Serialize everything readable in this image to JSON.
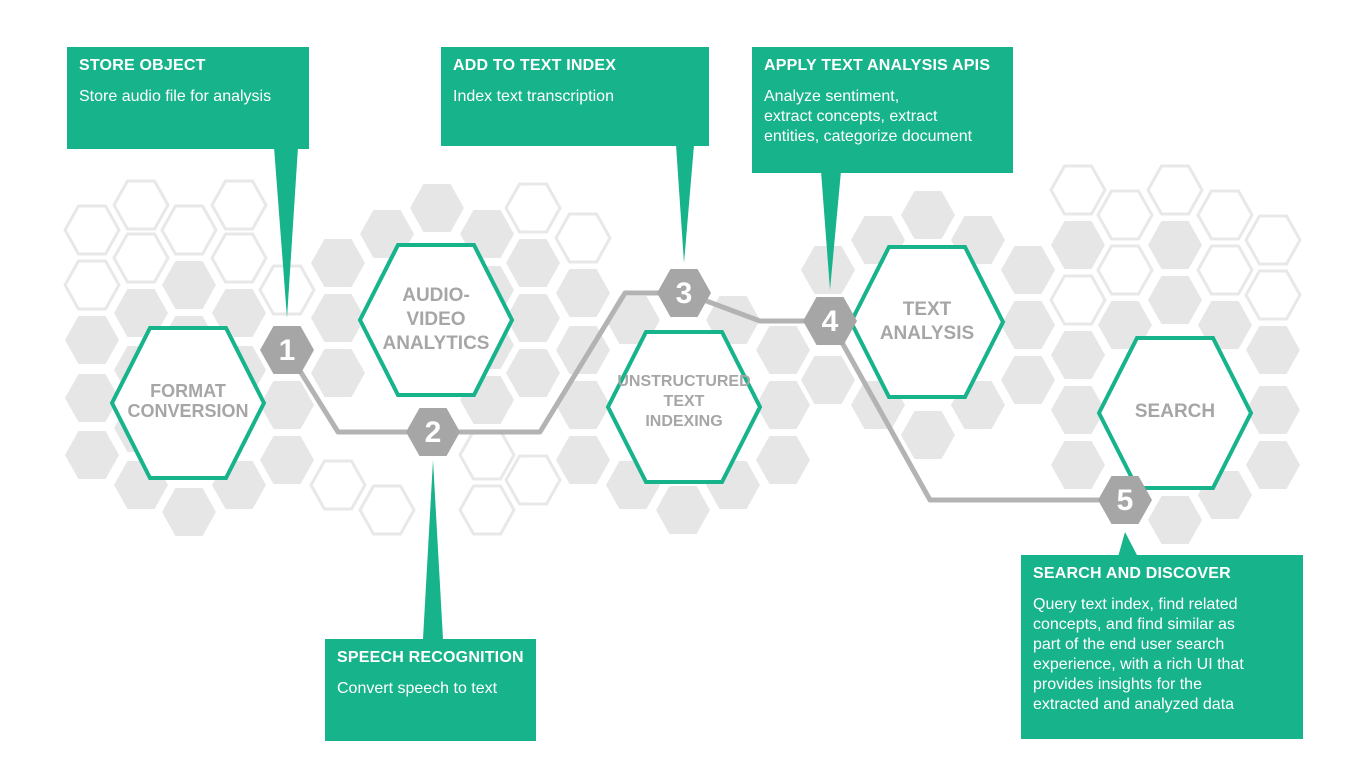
{
  "colors": {
    "accent": "#17b38b",
    "step_hex": "#a6a6a6",
    "connector": "#b3b3b3",
    "bg_hex_fill": "#e6e6e6",
    "bg_hex_outline": "#e8e8e8",
    "stage_label": "#a6a6a6"
  },
  "stages": [
    {
      "id": "format",
      "label": "FORMAT\nCONVERSION"
    },
    {
      "id": "audio",
      "label": "AUDIO-\nVIDEO\nANALYTICS"
    },
    {
      "id": "unstructured",
      "label": "UNSTRUCTURED\nTEXT\nINDEXING"
    },
    {
      "id": "text-analysis",
      "label": "TEXT\nANALYSIS"
    },
    {
      "id": "search",
      "label": "SEARCH"
    }
  ],
  "steps": [
    "1",
    "2",
    "3",
    "4",
    "5"
  ],
  "callouts": [
    {
      "id": "store-object",
      "title": "STORE OBJECT",
      "text": "Store audio file for analysis"
    },
    {
      "id": "speech-recognition",
      "title": "SPEECH RECOGNITION",
      "text": "Convert speech to text"
    },
    {
      "id": "add-to-text-index",
      "title": "ADD TO TEXT INDEX",
      "text": "Index text transcription"
    },
    {
      "id": "apply-text-analysis",
      "title": "APPLY TEXT ANALYSIS APIS",
      "text": "Analyze sentiment,\nextract concepts, extract\nentities, categorize document"
    },
    {
      "id": "search-and-discover",
      "title": "SEARCH AND DISCOVER",
      "text": "Query text index, find related\nconcepts, and find similar as\npart of the end user search\nexperience, with a rich UI that\nprovides insights for the\nextracted and analyzed data"
    }
  ]
}
